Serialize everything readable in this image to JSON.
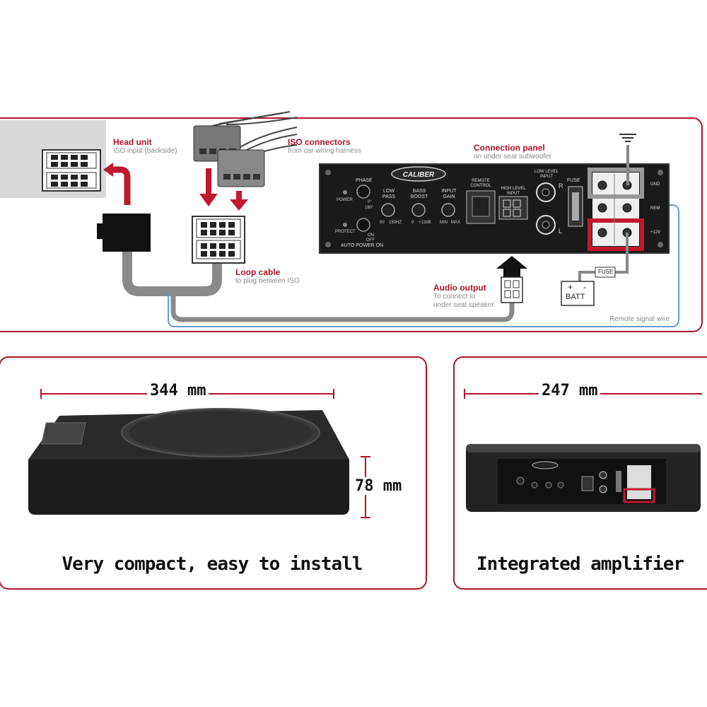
{
  "diagram": {
    "head_unit": {
      "title": "Head unit",
      "subtitle": "ISO input (backside)"
    },
    "iso_connectors": {
      "title": "ISO connectors",
      "subtitle": "from car wiring harness"
    },
    "connection_panel": {
      "title": "Connection panel",
      "subtitle": "on under seat subwoofer"
    },
    "loop_cable": {
      "title": "Loop cable",
      "subtitle": "to plug between ISO"
    },
    "audio_output": {
      "title": "Audio output",
      "subtitle_line1": "To connect to",
      "subtitle_line2": "under seat speaker"
    },
    "remote_wire": "Remote signal wire",
    "batt": "BATT",
    "fuse_wire": "FUSE",
    "panel": {
      "brand": "CALIBER",
      "power": "POWER",
      "protect": "PROTECT",
      "phase": "PHASE",
      "phase_0": "0°",
      "phase_180": "180°",
      "on": "ON",
      "off": "OFF",
      "auto_power_on": "AUTO POWER ON",
      "low_pass": "LOW\nPASS",
      "low_pass_min": "50",
      "low_pass_max": "150HZ",
      "bass_boost": "BASS\nBOOST",
      "bass_min": "0",
      "bass_max": "+12dB",
      "input_gain": "INPUT\nGAIN",
      "gain_min": "MIN",
      "gain_max": "MAX",
      "remote_control": "REMOTE\nCONTROL",
      "high_level_input": "HIGH LEVEL\nINPUT",
      "low_level_input": "LOW LEVEL\nINPUT",
      "r": "R",
      "l": "L",
      "fuse": "FUSE",
      "gnd": "GND",
      "rem": "REM",
      "plus12v": "+12V"
    }
  },
  "left_card": {
    "width_label": "344 mm",
    "height_label": "78 mm",
    "caption": "Very compact, easy to install"
  },
  "right_card": {
    "width_label": "247 mm",
    "caption": "Integrated amplifier"
  },
  "colors": {
    "accent": "#b0142a",
    "panel": "#1a1a1a",
    "remote_wire": "#6a9cc9"
  }
}
